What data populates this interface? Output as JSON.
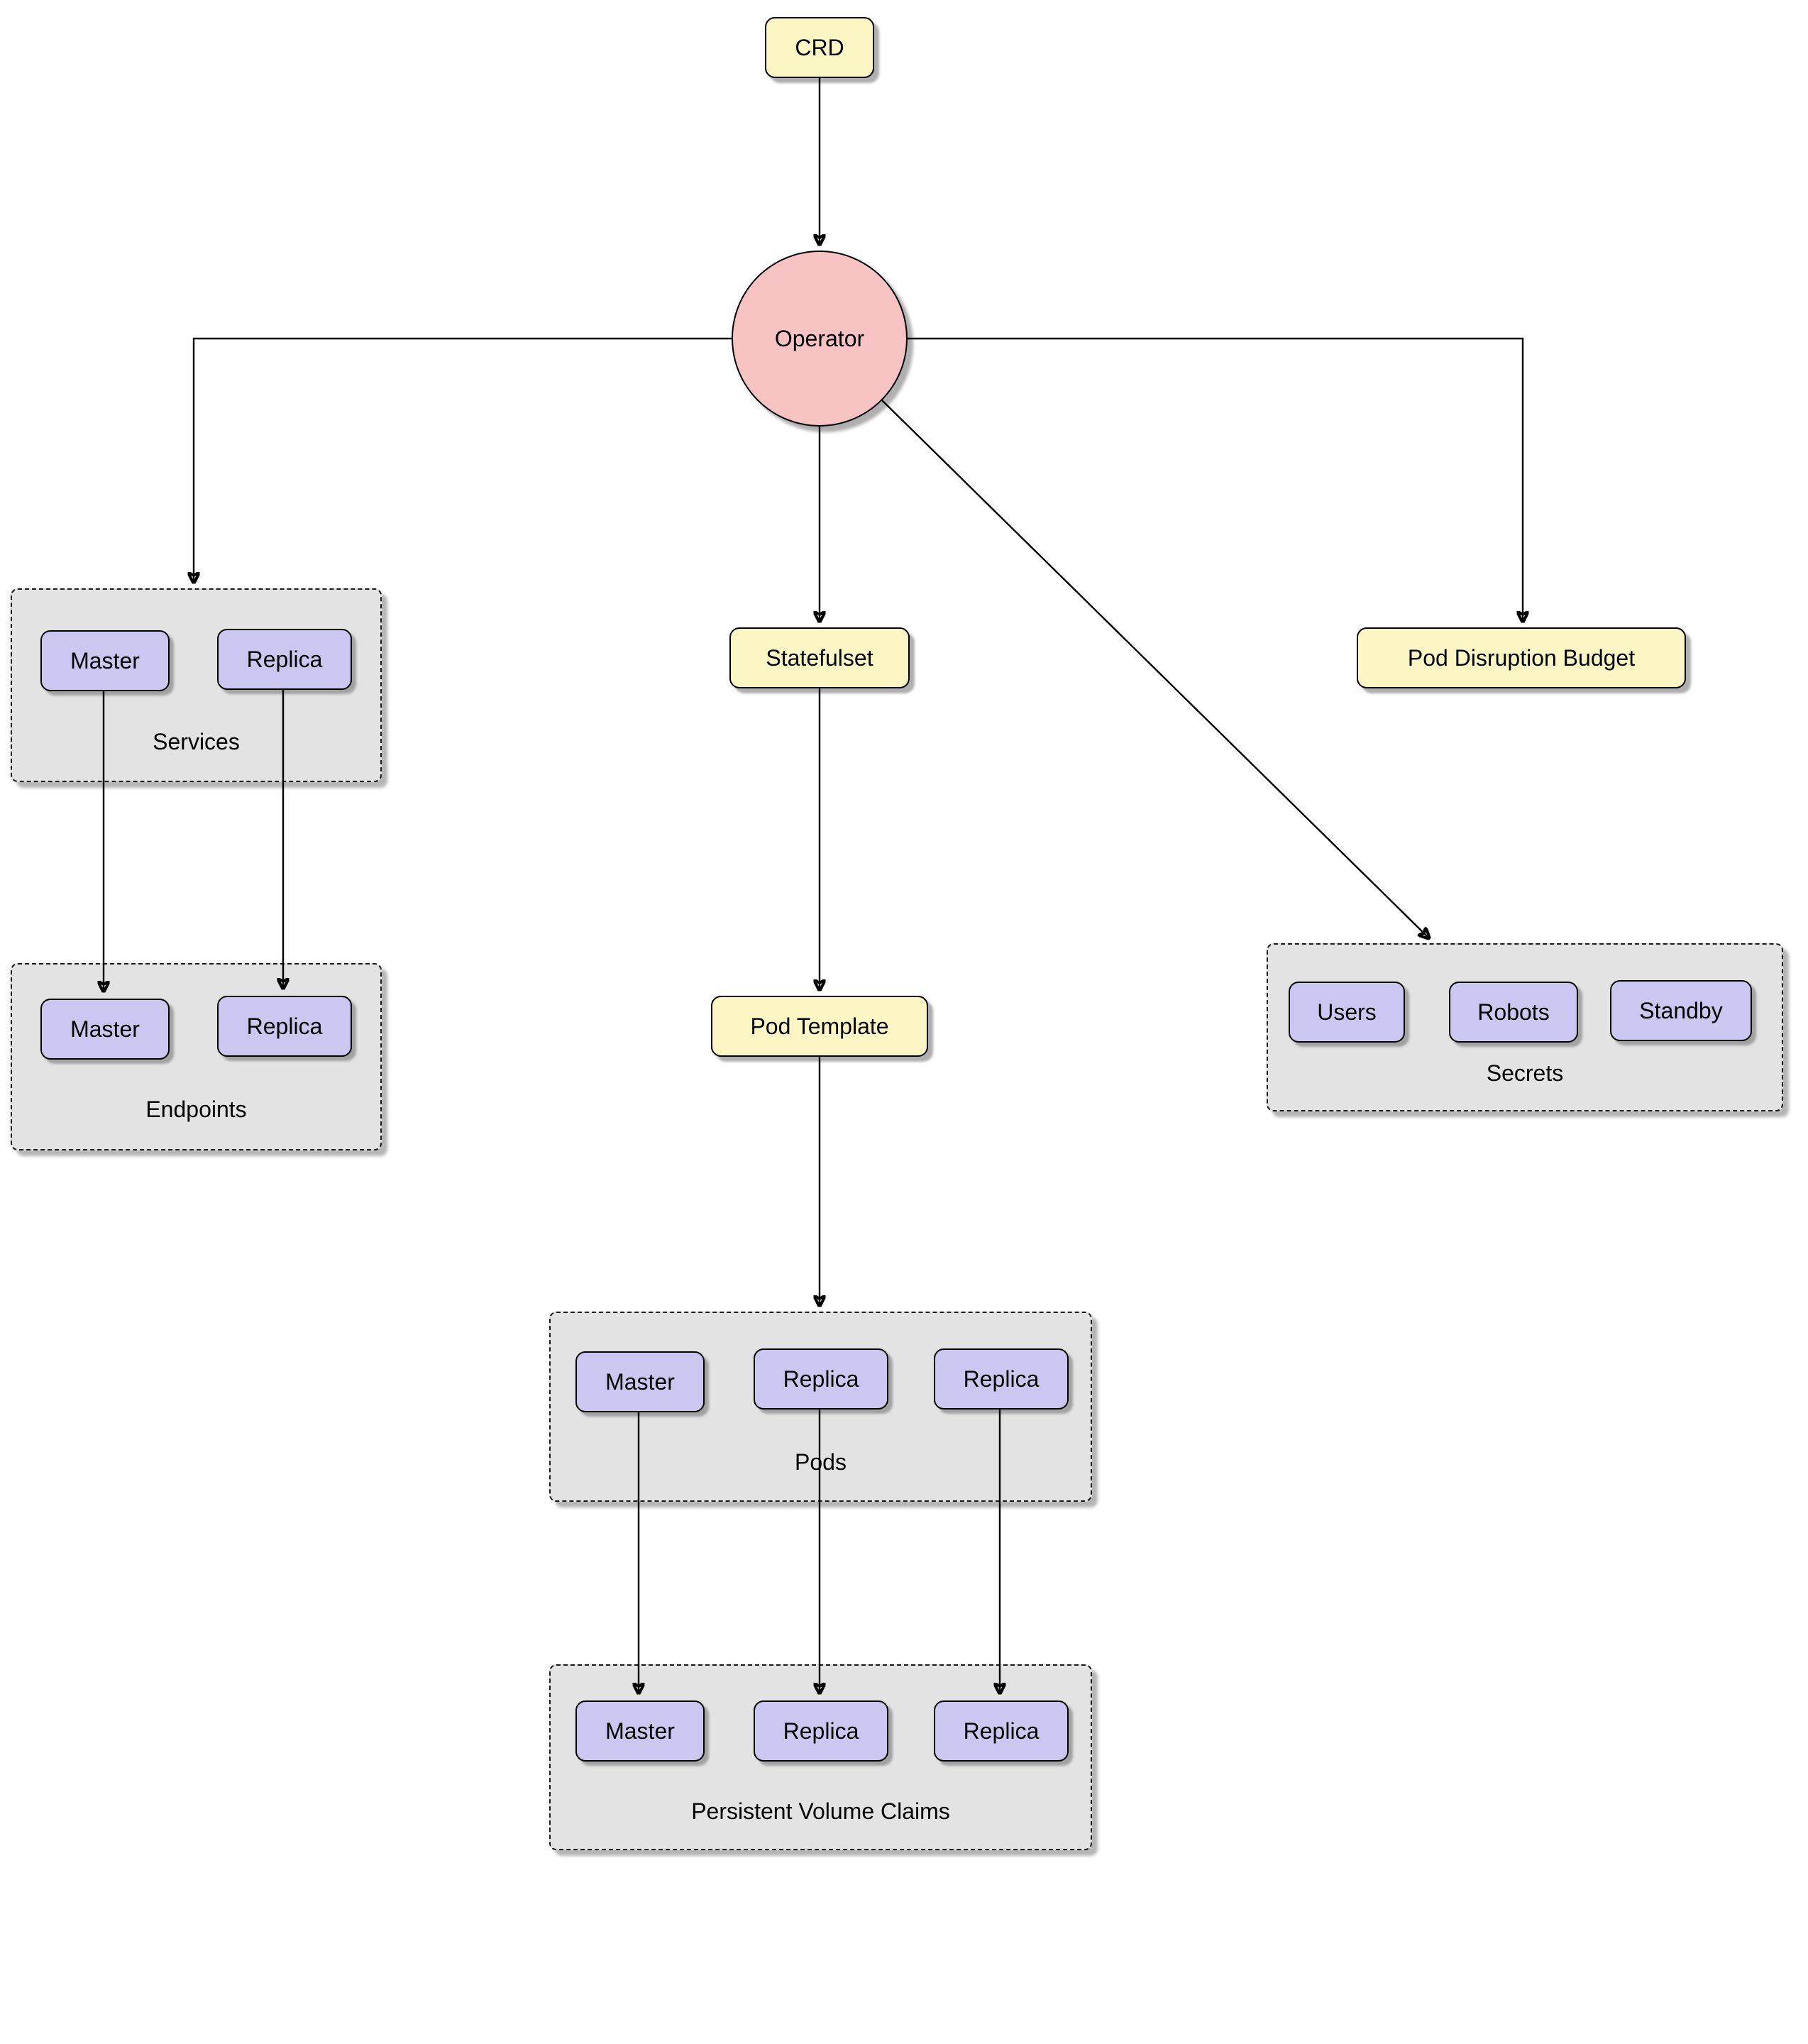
{
  "colors": {
    "yellow": "#fcf6c5",
    "purple": "#ccc7f0",
    "pink": "#f8c3c3",
    "group": "#e3e3e3"
  },
  "nodes": {
    "crd": "CRD",
    "operator": "Operator",
    "statefulset": "Statefulset",
    "pod_template": "Pod Template",
    "pdb": "Pod Disruption Budget"
  },
  "groups": {
    "services": {
      "label": "Services",
      "items": [
        "Master",
        "Replica"
      ]
    },
    "endpoints": {
      "label": "Endpoints",
      "items": [
        "Master",
        "Replica"
      ]
    },
    "pods": {
      "label": "Pods",
      "items": [
        "Master",
        "Replica",
        "Replica"
      ]
    },
    "pvc": {
      "label": "Persistent Volume Claims",
      "items": [
        "Master",
        "Replica",
        "Replica"
      ]
    },
    "secrets": {
      "label": "Secrets",
      "items": [
        "Users",
        "Robots",
        "Standby"
      ]
    }
  }
}
